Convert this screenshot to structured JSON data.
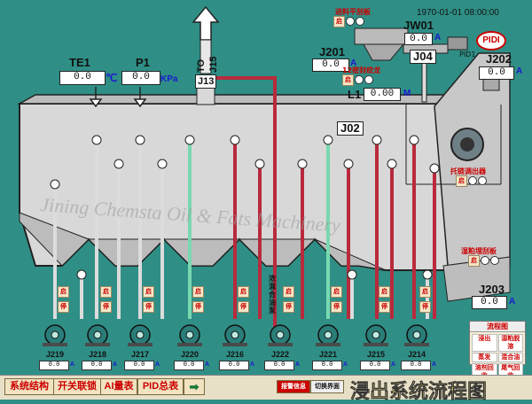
{
  "datetime": "1970-01-01 08:00:00",
  "labels": {
    "te1": "TE1",
    "p1": "P1",
    "te1_unit": "℃",
    "p1_unit": "KPa",
    "j13": "J13",
    "j15": "TO J15",
    "j201": "J201",
    "jw01": "JW01",
    "j04": "J04",
    "j202": "J202",
    "l1": "L1",
    "l1_unit": "M",
    "j02": "J02",
    "j203": "J203",
    "pidi": "PIDI",
    "pidi_small": "PID1",
    "scraper_top": "进料平刮板",
    "seal_auger": "12密封绞龙",
    "chain_drag": "托链调出器",
    "wet_meal": "湿粕埋刮板",
    "pump_note": "浓混合油泵",
    "ampere": "A"
  },
  "values": {
    "te1": "0.0",
    "p1": "0.0",
    "j201": "0.0",
    "jw01": "0.0",
    "j202": "0.0",
    "l1": "0.00",
    "j203": "0.0"
  },
  "pumps": [
    {
      "name": "J219",
      "value": "0.0"
    },
    {
      "name": "J218",
      "value": "0.0"
    },
    {
      "name": "J217",
      "value": "0.0"
    },
    {
      "name": "J220",
      "value": "0.0"
    },
    {
      "name": "J216",
      "value": "0.0"
    },
    {
      "name": "J222",
      "value": "0.0"
    },
    {
      "name": "J221",
      "value": "0.0"
    },
    {
      "name": "J215",
      "value": "0.0"
    },
    {
      "name": "J214",
      "value": "0.0"
    }
  ],
  "controls": {
    "auto": "启",
    "stop": "停"
  },
  "legend": {
    "title": "流程图",
    "items": [
      "浸出",
      "湿粕脱溶",
      "蒸发",
      "混合油",
      "溶剂回收",
      "尾气回收"
    ]
  },
  "nav": {
    "b1": "系统结构",
    "b2": "开关联锁",
    "b3": "AI量表",
    "b4": "PID总表",
    "arrow": "➡",
    "alarm": "报警信息",
    "switch_screen": "切换界面",
    "page_title": "浸出系统流程图"
  },
  "watermark": "Jining Chemsta Oil & Fats Machinery",
  "colors": {
    "background": "#2f8f86",
    "extractor": "#d6d6d6",
    "pipe_red": "#b82a3c",
    "pipe_green": "#79d8b0",
    "pipe_grey": "#dcdcdc",
    "title_yellow": "#fff27a"
  }
}
